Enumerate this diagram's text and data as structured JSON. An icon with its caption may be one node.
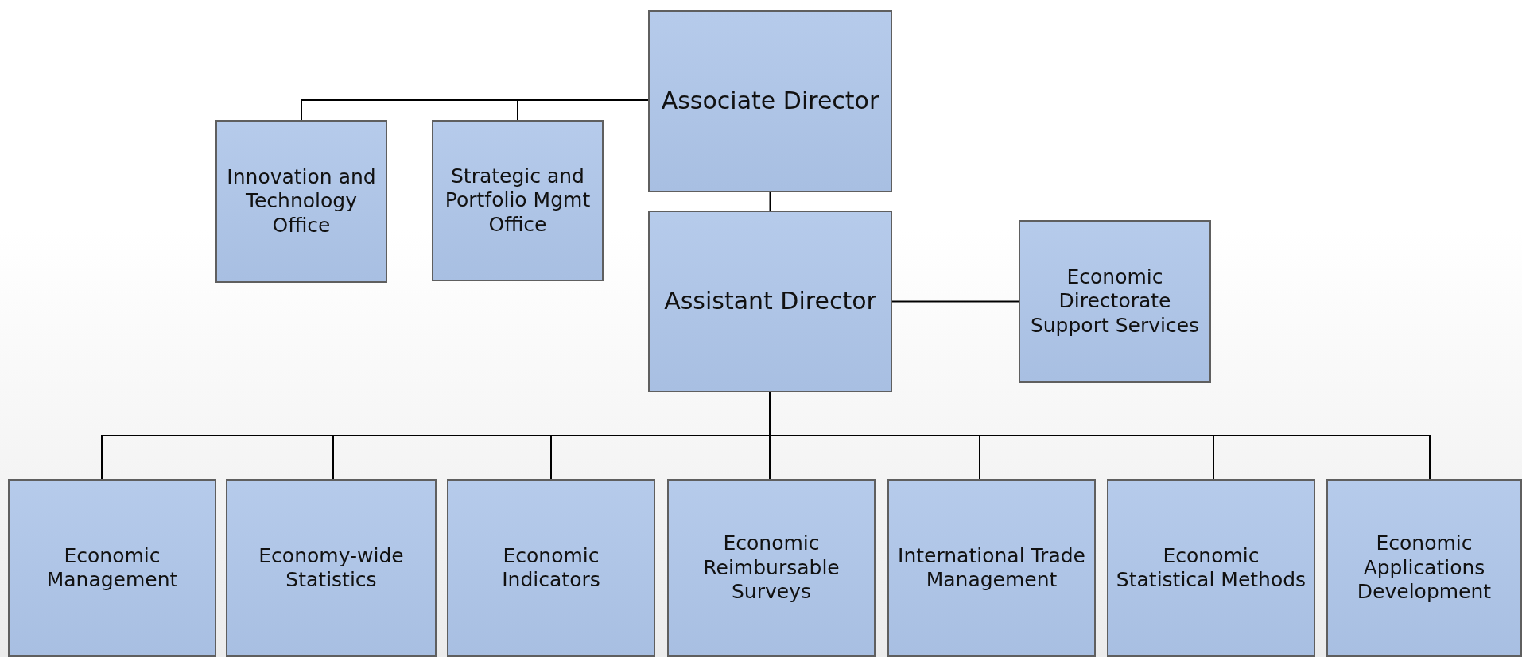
{
  "diagram": {
    "nodes": [
      {
        "text": [
          "Associate Director"
        ]
      },
      {
        "text": [
          "Innovation and Technology Office"
        ]
      },
      {
        "text": [
          "Strategic and Portfolio Mgmt Office"
        ]
      },
      {
        "text": [
          "Assistant Director"
        ]
      },
      {
        "text": [
          "Economic Directorate Support Services"
        ]
      },
      {
        "text": [
          "Economic Management"
        ]
      },
      {
        "text": [
          "Economy-wide Statistics"
        ]
      },
      {
        "text": [
          "Economic Indicators"
        ]
      },
      {
        "text": [
          "Economic Reimbursable Surveys"
        ]
      },
      {
        "text": [
          "International Trade Management"
        ]
      },
      {
        "text": [
          "Economic Statistical Methods"
        ]
      },
      {
        "text": [
          "Economic Applications Development"
        ]
      }
    ],
    "edges": [
      {
        "from": 0,
        "to": 1,
        "arrow": "none"
      },
      {
        "from": 0,
        "to": 2,
        "arrow": "none"
      },
      {
        "from": 0,
        "to": 3,
        "arrow": "none"
      },
      {
        "from": 3,
        "to": 4,
        "arrow": "none"
      },
      {
        "from": 3,
        "to": 5,
        "arrow": "none"
      },
      {
        "from": 3,
        "to": 6,
        "arrow": "none"
      },
      {
        "from": 3,
        "to": 7,
        "arrow": "none"
      },
      {
        "from": 3,
        "to": 8,
        "arrow": "none"
      },
      {
        "from": 3,
        "to": 9,
        "arrow": "none"
      },
      {
        "from": 3,
        "to": 10,
        "arrow": "none"
      },
      {
        "from": 3,
        "to": 11,
        "arrow": "none"
      }
    ]
  }
}
